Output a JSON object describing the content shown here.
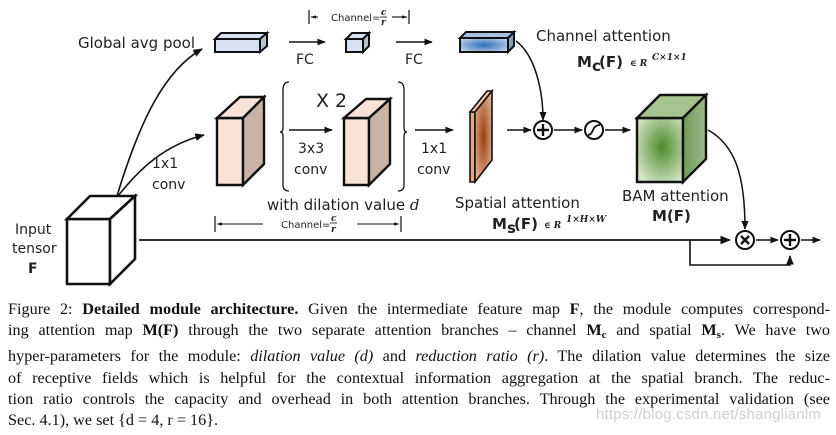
{
  "figure": {
    "labels": {
      "global_avg_pool": "Global avg pool",
      "fc_1": "FC",
      "fc_2": "FC",
      "channel_top": "Channel=",
      "channel_bottom": "Channel=",
      "frac_num": "c",
      "frac_den": "r",
      "x2": "X 2",
      "conv1x1_left_a": "1x1",
      "conv1x1_left_b": "conv",
      "conv3x3_a": "3x3",
      "conv3x3_b": "conv",
      "conv1x1_right_a": "1x1",
      "conv1x1_right_b": "conv",
      "dilation": "with dilation value ",
      "dilation_var": "d",
      "input_a": "Input",
      "input_b": "tensor",
      "input_c": "F",
      "channel_attention": "Channel attention",
      "mc_main": "M",
      "mc_sub": "c",
      "mc_arg": "(F)",
      "mc_space": "∈ R",
      "mc_sup": "C×1×1",
      "spatial_attention": "Spatial attention",
      "ms_main": "M",
      "ms_sub": "s",
      "ms_arg": "(F)",
      "ms_space": "∈ R",
      "ms_sup": "1×H×W",
      "bam_attention": "BAM attention",
      "bam_mf": "M(F)"
    },
    "operators": {
      "add_branches": "plus-circle",
      "sigmoid": "sigmoid-circle",
      "multiply": "times-circle",
      "residual_add": "plus-circle"
    },
    "colors": {
      "channel_box": "#d7e1f1",
      "channel_attention_box": "#5b8fc9",
      "conv_box_front": "#f8e3d6",
      "conv_box_side": "#c9b3a6",
      "spatial_map": "#a9501f",
      "bam_box": "#5f8d43",
      "stroke": "#111111"
    }
  },
  "caption": {
    "figure_label": "Figure 2: ",
    "title": "Detailed module architecture.",
    "l1_rest": " Given the intermediate feature map ",
    "l1_F": "F",
    "l1_end": ", the module computes correspond-",
    "l2_a": "ing attention map ",
    "l2_MF": "M(F)",
    "l2_b": " through the two separate attention branches – channel ",
    "l2_Mc": "M",
    "l2_c": "c",
    "l2_c2": " and spatial ",
    "l2_Ms": "M",
    "l2_s": "s",
    "l2_end": ".  We have two",
    "l3_a": "hyper-parameters for the module: ",
    "l3_dil": "dilation value (d)",
    "l3_b": " and ",
    "l3_red": "reduction ratio (r)",
    "l3_end": ". The dilation value determines the size",
    "l4": "of receptive fields which is helpful for the contextual information aggregation at the spatial branch.  The reduc-",
    "l5": "tion ratio controls the capacity and overhead in both attention branches. Through the experimental validation (see",
    "l6": "Sec. 4.1), we set {d = 4, r = 16}."
  },
  "watermark": "https://blog.csdn.net/shanglianlm"
}
